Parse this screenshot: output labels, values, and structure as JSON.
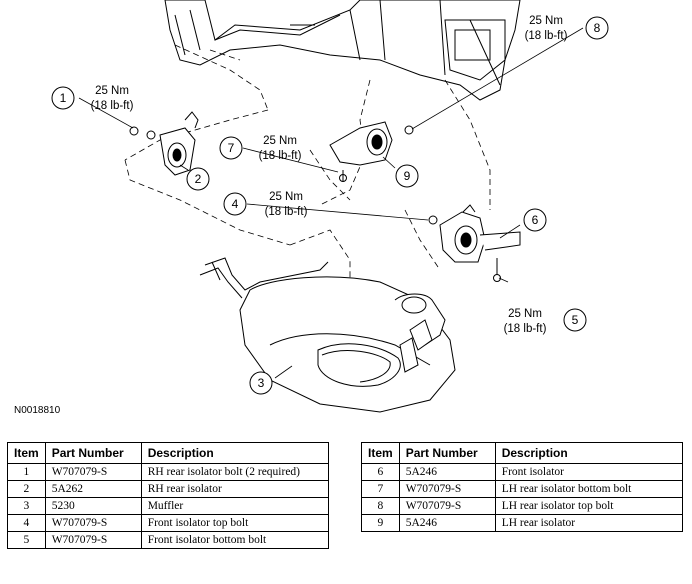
{
  "figure_id": "N0018810",
  "callouts": [
    {
      "num": "1",
      "torque_nm": "25 Nm",
      "torque_lbft": "(18 lb-ft)"
    },
    {
      "num": "2"
    },
    {
      "num": "3"
    },
    {
      "num": "4",
      "torque_nm": "25 Nm",
      "torque_lbft": "(18 lb-ft)"
    },
    {
      "num": "5",
      "torque_nm": "25 Nm",
      "torque_lbft": "(18 lb-ft)"
    },
    {
      "num": "6"
    },
    {
      "num": "7",
      "torque_nm": "25 Nm",
      "torque_lbft": "(18 lb-ft)"
    },
    {
      "num": "8",
      "torque_nm": "25 Nm",
      "torque_lbft": "(18 lb-ft)"
    },
    {
      "num": "9"
    }
  ],
  "table_headers": {
    "item": "Item",
    "part_number": "Part Number",
    "description": "Description"
  },
  "parts_left": [
    {
      "item": "1",
      "part_number": "W707079-S",
      "description": "RH rear isolator bolt (2 required)"
    },
    {
      "item": "2",
      "part_number": "5A262",
      "description": "RH rear isolator"
    },
    {
      "item": "3",
      "part_number": "5230",
      "description": "Muffler"
    },
    {
      "item": "4",
      "part_number": "W707079-S",
      "description": "Front isolator top bolt"
    },
    {
      "item": "5",
      "part_number": "W707079-S",
      "description": "Front isolator bottom bolt"
    }
  ],
  "parts_right": [
    {
      "item": "6",
      "part_number": "5A246",
      "description": "Front isolator"
    },
    {
      "item": "7",
      "part_number": "W707079-S",
      "description": "LH rear isolator bottom bolt"
    },
    {
      "item": "8",
      "part_number": "W707079-S",
      "description": "LH rear isolator top bolt"
    },
    {
      "item": "9",
      "part_number": "5A246",
      "description": "LH rear isolator"
    }
  ]
}
